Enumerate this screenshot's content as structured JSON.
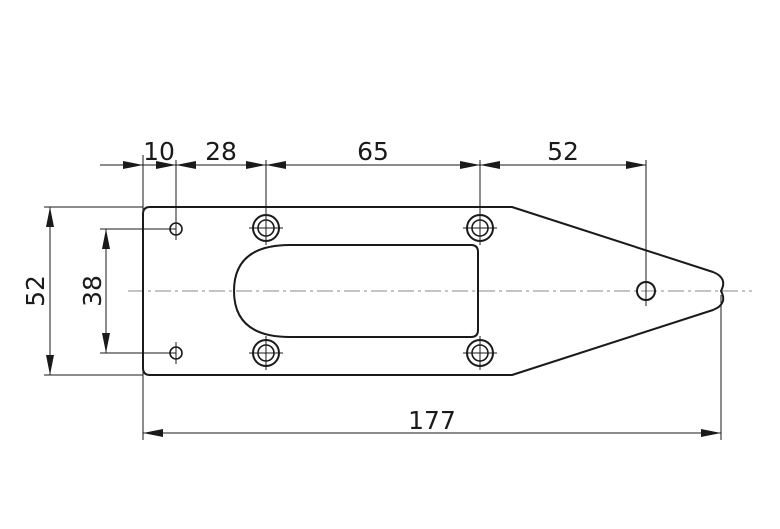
{
  "drawing": {
    "dimensions": {
      "left_offset": "10",
      "hole_spacing_1": "28",
      "hole_spacing_2": "65",
      "tip_hole_distance": "52",
      "height_overall": "52",
      "hole_vertical_spacing": "38",
      "length_overall": "177"
    }
  }
}
